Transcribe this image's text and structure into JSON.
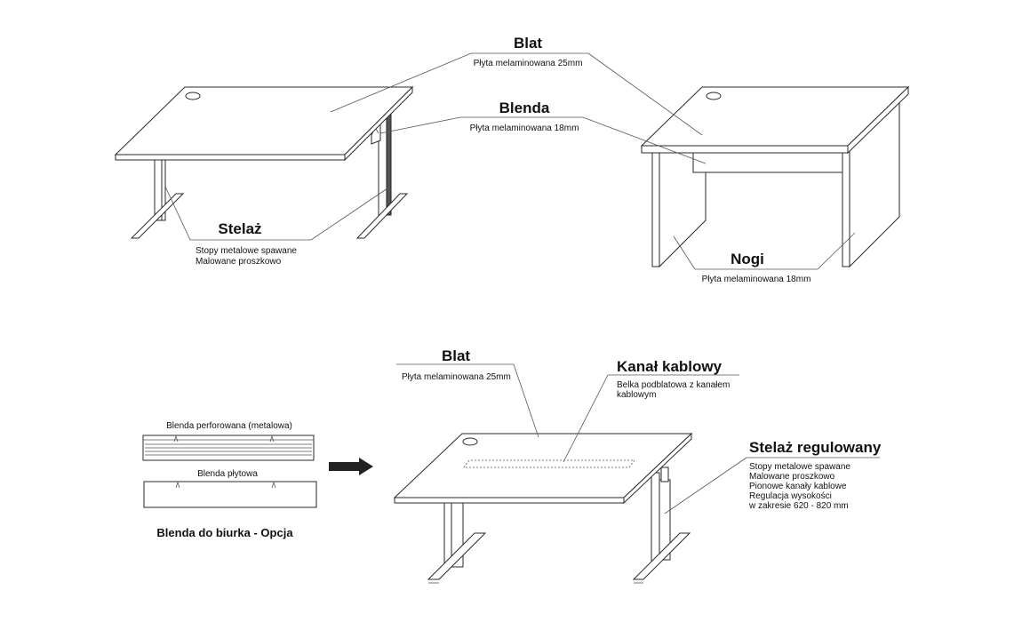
{
  "top_left": {
    "blat": {
      "title": "Blat",
      "desc": "Płyta melaminowana 25mm"
    },
    "blenda": {
      "title": "Blenda",
      "desc": "Płyta melaminowana 18mm"
    },
    "stelaz": {
      "title": "Stelaż",
      "desc1": "Stopy metalowe spawane",
      "desc2": "Malowane proszkowo"
    }
  },
  "top_right": {
    "nogi": {
      "title": "Nogi",
      "desc": "Płyta melaminowana 18mm"
    }
  },
  "bottom_left": {
    "blenda_perf": "Blenda perforowana (metalowa)",
    "blenda_plyt": "Blenda płytowa",
    "caption": "Blenda do biurka - Opcja"
  },
  "bottom_right": {
    "blat": {
      "title": "Blat",
      "desc": "Płyta melaminowana 25mm"
    },
    "kanal": {
      "title": "Kanał kablowy",
      "desc1": "Belka podblatowa z kanałem",
      "desc2": "kablowym"
    },
    "stelaz_reg": {
      "title": "Stelaż regulowany",
      "lines": [
        "Stopy metalowe spawane",
        "Malowane proszkowo",
        "Pionowe kanały kablowe",
        "Regulacja wysokości",
        "w zakresie 620 - 820 mm"
      ]
    }
  }
}
